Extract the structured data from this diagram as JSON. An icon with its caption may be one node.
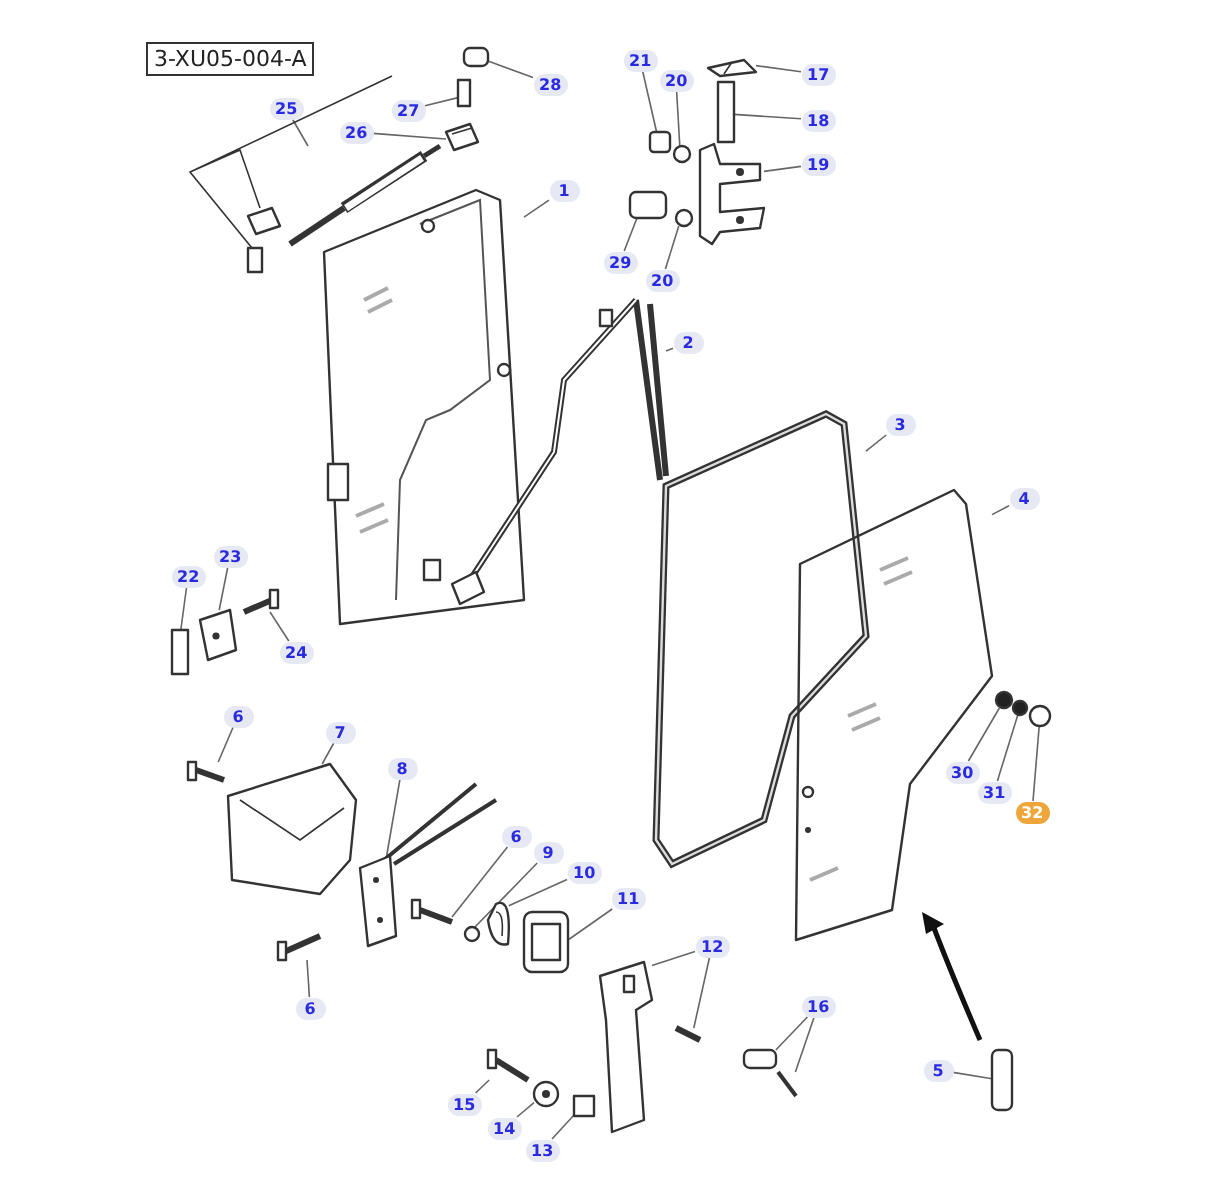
{
  "diagram": {
    "nodes": [
      {
        "text": [
          "3-XU05-004-A"
        ]
      },
      {
        "text": [
          "28"
        ]
      },
      {
        "text": [
          "27"
        ]
      },
      {
        "text": [
          "25"
        ]
      },
      {
        "text": [
          "26"
        ]
      },
      {
        "text": [
          "21"
        ]
      },
      {
        "text": [
          "20"
        ]
      },
      {
        "text": [
          "17"
        ]
      },
      {
        "text": [
          "18"
        ]
      },
      {
        "text": [
          "19"
        ]
      },
      {
        "text": [
          "1"
        ]
      },
      {
        "text": [
          "29"
        ]
      },
      {
        "text": [
          "20"
        ]
      },
      {
        "text": [
          "2"
        ]
      },
      {
        "text": [
          "3"
        ]
      },
      {
        "text": [
          "4"
        ]
      },
      {
        "text": [
          "22"
        ]
      },
      {
        "text": [
          "23"
        ]
      },
      {
        "text": [
          "24"
        ]
      },
      {
        "text": [
          "6"
        ]
      },
      {
        "text": [
          "7"
        ]
      },
      {
        "text": [
          "8"
        ]
      },
      {
        "text": [
          "30"
        ]
      },
      {
        "text": [
          "31"
        ]
      },
      {
        "text": [
          "32"
        ]
      },
      {
        "text": [
          "6"
        ]
      },
      {
        "text": [
          "9"
        ]
      },
      {
        "text": [
          "10"
        ]
      },
      {
        "text": [
          "11"
        ]
      },
      {
        "text": [
          "12"
        ]
      },
      {
        "text": [
          "6"
        ]
      },
      {
        "text": [
          "16"
        ]
      },
      {
        "text": [
          "5"
        ]
      },
      {
        "text": [
          "15"
        ]
      },
      {
        "text": [
          "14"
        ]
      },
      {
        "text": [
          "13"
        ]
      },
      {
        "text": [],
        "shape": "box"
      },
      {
        "text": [],
        "shape": "box"
      },
      {
        "text": [],
        "shape": "picture"
      },
      {
        "text": [],
        "shape": "picture"
      },
      {
        "text": [],
        "shape": "box"
      },
      {
        "text": [],
        "shape": "circle"
      },
      {
        "text": [],
        "shape": "picture"
      },
      {
        "text": [],
        "shape": "box"
      },
      {
        "text": [],
        "shape": "picture"
      },
      {
        "text": [],
        "shape": "picture"
      },
      {
        "text": [],
        "shape": "box"
      },
      {
        "text": [],
        "shape": "circle"
      },
      {
        "text": [],
        "shape": "picture"
      },
      {
        "text": [],
        "shape": "picture"
      },
      {
        "text": [],
        "shape": "picture"
      },
      {
        "text": [],
        "shape": "box"
      },
      {
        "text": [],
        "shape": "picture"
      },
      {
        "text": [],
        "shape": "picture"
      },
      {
        "text": [],
        "shape": "picture"
      },
      {
        "text": [],
        "shape": "picture"
      },
      {
        "text": [],
        "shape": "picture"
      },
      {
        "text": [],
        "shape": "circle"
      },
      {
        "text": [],
        "shape": "circle"
      },
      {
        "text": [],
        "shape": "circle"
      },
      {
        "text": [],
        "shape": "picture"
      },
      {
        "text": [],
        "shape": "circle"
      },
      {
        "text": [],
        "shape": "picture"
      },
      {
        "text": [],
        "shape": "picture"
      },
      {
        "text": [],
        "shape": "picture"
      },
      {
        "text": [],
        "shape": "picture"
      },
      {
        "text": [],
        "shape": "picture"
      },
      {
        "text": [],
        "shape": "box"
      },
      {
        "text": [],
        "shape": "picture"
      },
      {
        "text": [],
        "shape": "box"
      },
      {
        "text": [],
        "shape": "picture"
      },
      {
        "text": [],
        "shape": "picture"
      },
      {
        "text": [],
        "shape": "box"
      }
    ],
    "edges": [
      {
        "from": 1,
        "to": 36,
        "arrow": "none"
      },
      {
        "from": 2,
        "to": 37,
        "arrow": "none"
      },
      {
        "from": 3,
        "to": 38,
        "arrow": "none"
      },
      {
        "from": 4,
        "to": 39,
        "arrow": "none"
      },
      {
        "from": 5,
        "to": 40,
        "arrow": "none"
      },
      {
        "from": 6,
        "to": 41,
        "arrow": "none"
      },
      {
        "from": 7,
        "to": 42,
        "arrow": "none"
      },
      {
        "from": 8,
        "to": 43,
        "arrow": "none"
      },
      {
        "from": 9,
        "to": 44,
        "arrow": "none"
      },
      {
        "from": 10,
        "to": 45,
        "arrow": "none"
      },
      {
        "from": 11,
        "to": 46,
        "arrow": "none"
      },
      {
        "from": 12,
        "to": 47,
        "arrow": "none"
      },
      {
        "from": 13,
        "to": 48,
        "arrow": "none"
      },
      {
        "from": 14,
        "to": 49,
        "arrow": "none"
      },
      {
        "from": 15,
        "to": 50,
        "arrow": "none"
      },
      {
        "from": 16,
        "to": 51,
        "arrow": "none"
      },
      {
        "from": 17,
        "to": 52,
        "arrow": "none"
      },
      {
        "from": 18,
        "to": 53,
        "arrow": "none"
      },
      {
        "from": 19,
        "to": 54,
        "arrow": "none"
      },
      {
        "from": 20,
        "to": 55,
        "arrow": "none"
      },
      {
        "from": 21,
        "to": 56,
        "arrow": "none"
      },
      {
        "from": 22,
        "to": 57,
        "arrow": "none"
      },
      {
        "from": 23,
        "to": 58,
        "arrow": "none"
      },
      {
        "from": 24,
        "to": 59,
        "arrow": "none"
      },
      {
        "from": 25,
        "to": 60,
        "arrow": "none"
      },
      {
        "from": 26,
        "to": 61,
        "arrow": "none"
      },
      {
        "from": 27,
        "to": 62,
        "arrow": "none"
      },
      {
        "from": 28,
        "to": 63,
        "arrow": "none"
      },
      {
        "from": 29,
        "to": 64,
        "arrow": "none"
      },
      {
        "from": 29,
        "to": 65,
        "arrow": "none"
      },
      {
        "from": 30,
        "to": 66,
        "arrow": "none"
      },
      {
        "from": 31,
        "to": 67,
        "arrow": "none"
      },
      {
        "from": 31,
        "to": 68,
        "arrow": "none"
      },
      {
        "from": 32,
        "to": 69,
        "arrow": "none"
      },
      {
        "from": 33,
        "to": 70,
        "arrow": "none"
      },
      {
        "from": 34,
        "to": 71,
        "arrow": "none"
      },
      {
        "from": 35,
        "to": 72,
        "arrow": "none"
      }
    ]
  }
}
